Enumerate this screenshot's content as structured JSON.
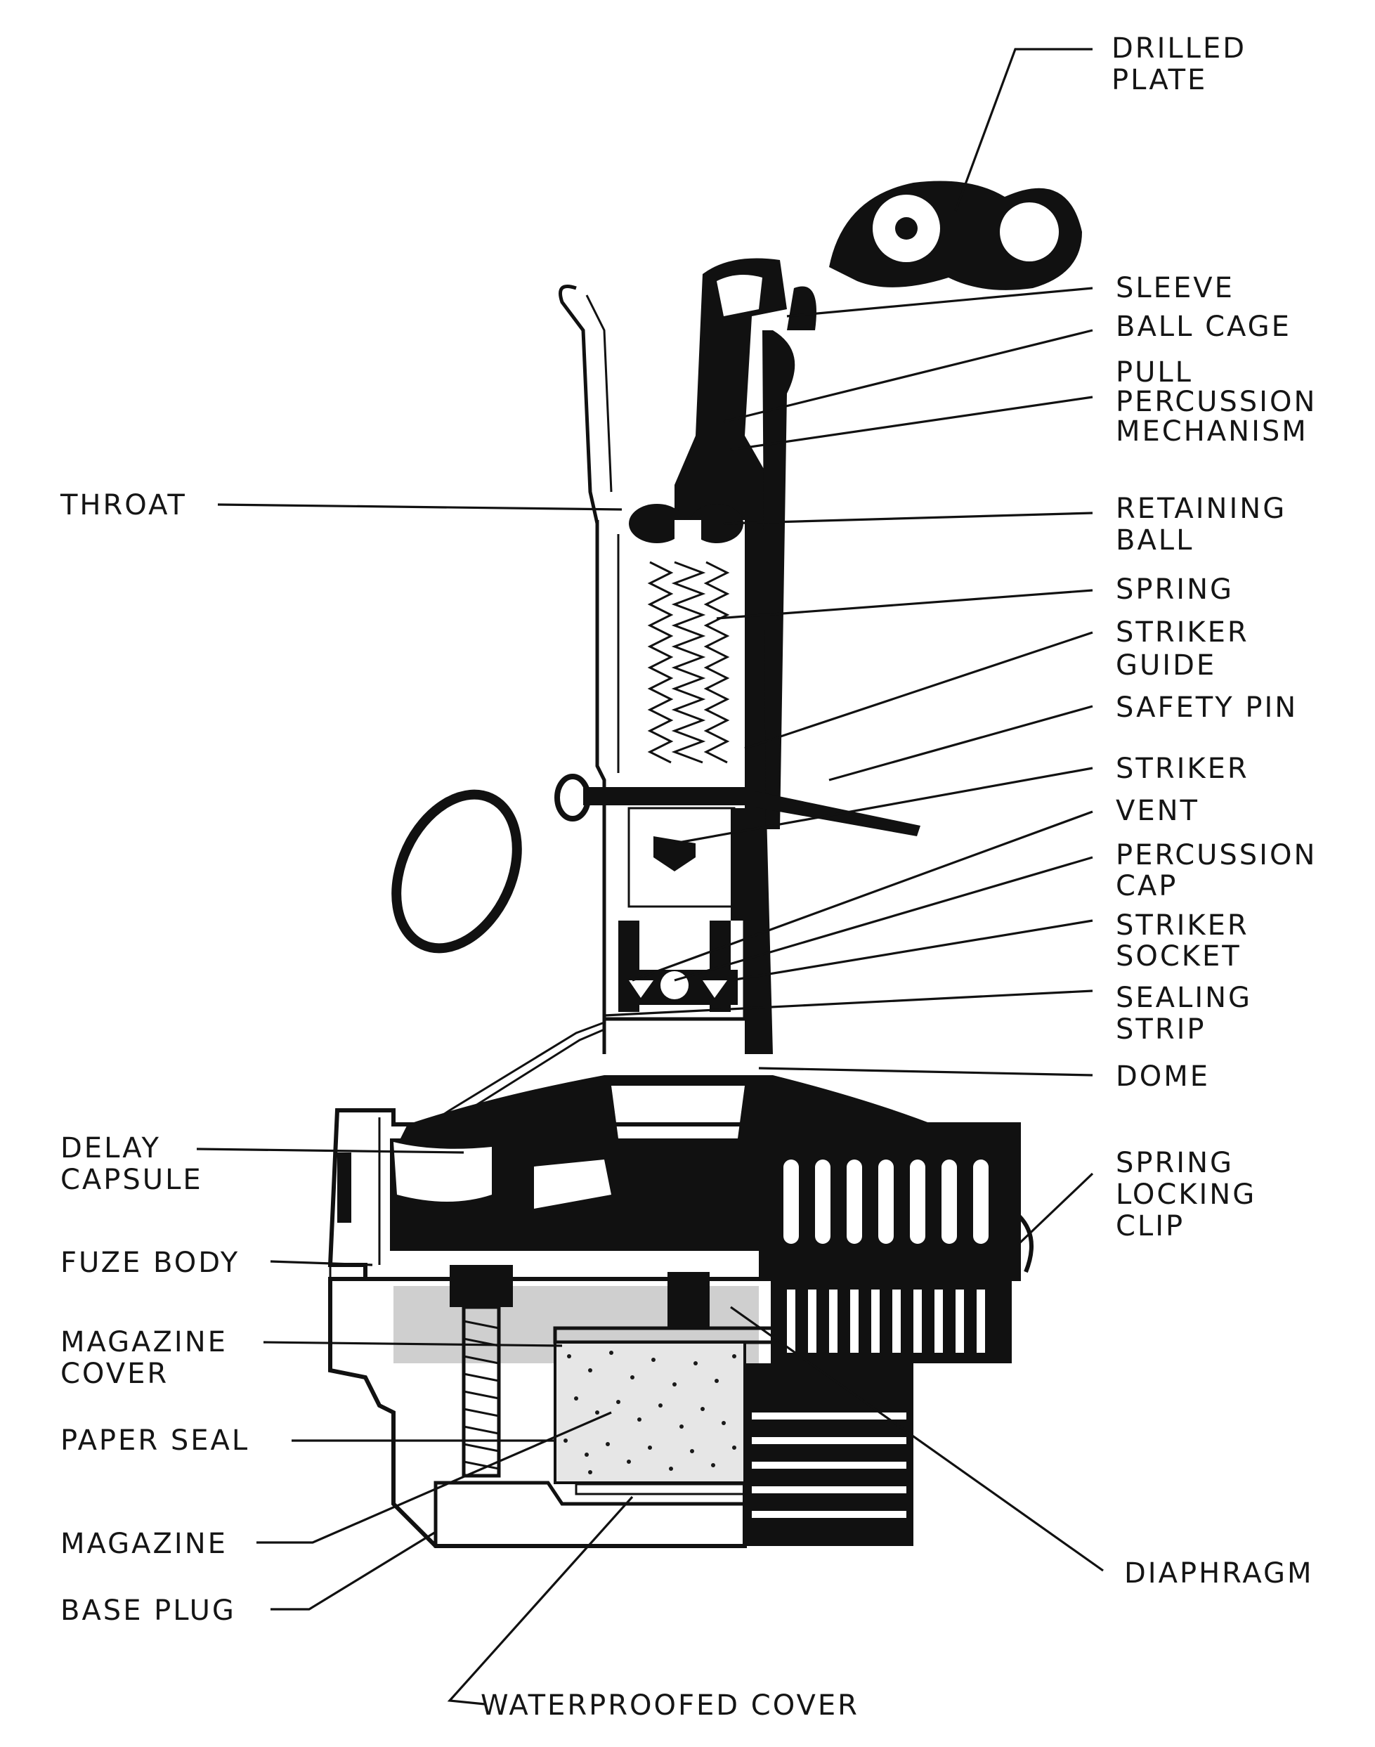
{
  "labels": {
    "drilled_plate": [
      "DRILLED",
      "PLATE"
    ],
    "sleeve": [
      "SLEEVE"
    ],
    "ball_cage": [
      "BALL CAGE"
    ],
    "pull_percussion_mechanism": [
      "PULL",
      "PERCUSSION",
      "MECHANISM"
    ],
    "throat": [
      "THROAT"
    ],
    "retaining_ball": [
      "RETAINING",
      "BALL"
    ],
    "spring": [
      "SPRING"
    ],
    "striker_guide": [
      "STRIKER",
      "GUIDE"
    ],
    "safety_pin": [
      "SAFETY PIN"
    ],
    "striker": [
      "STRIKER"
    ],
    "vent": [
      "VENT"
    ],
    "percussion_cap": [
      "PERCUSSION",
      "CAP"
    ],
    "striker_socket": [
      "STRIKER",
      "SOCKET"
    ],
    "sealing_strip": [
      "SEALING",
      "STRIP"
    ],
    "dome": [
      "DOME"
    ],
    "delay_capsule": [
      "DELAY",
      "CAPSULE"
    ],
    "spring_locking_clip": [
      "SPRING",
      "LOCKING",
      "CLIP"
    ],
    "fuze_body": [
      "FUZE BODY"
    ],
    "magazine_cover": [
      "MAGAZINE",
      "COVER"
    ],
    "paper_seal": [
      "PAPER SEAL"
    ],
    "magazine": [
      "MAGAZINE"
    ],
    "base_plug": [
      "BASE PLUG"
    ],
    "diaphragm": [
      "DIAPHRAGM"
    ],
    "waterproofed_cover": [
      "WATERPROOFED COVER"
    ]
  }
}
